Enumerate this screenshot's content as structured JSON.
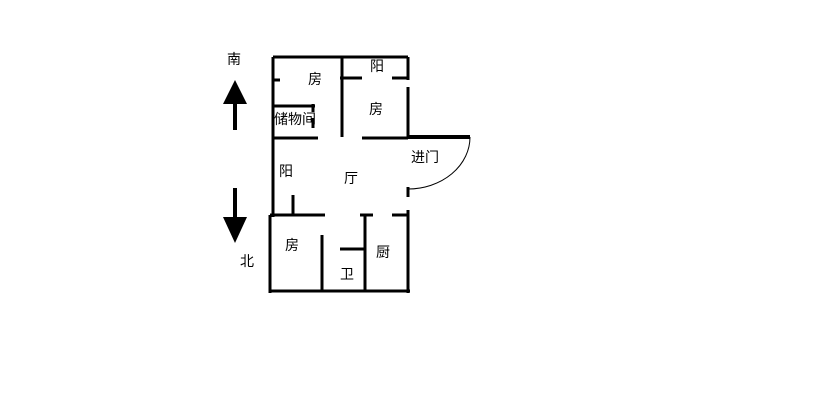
{
  "compass": {
    "south": "南",
    "north": "北"
  },
  "rooms": {
    "room_top_left": "房",
    "balcony_top": "阳",
    "room_top_right": "房",
    "storage": "储物间",
    "balcony_left": "阳",
    "hall": "厅",
    "entrance": "进门",
    "room_bottom_left": "房",
    "bathroom": "卫",
    "kitchen": "厨"
  },
  "colors": {
    "wall": "#000000",
    "background": "#ffffff"
  }
}
